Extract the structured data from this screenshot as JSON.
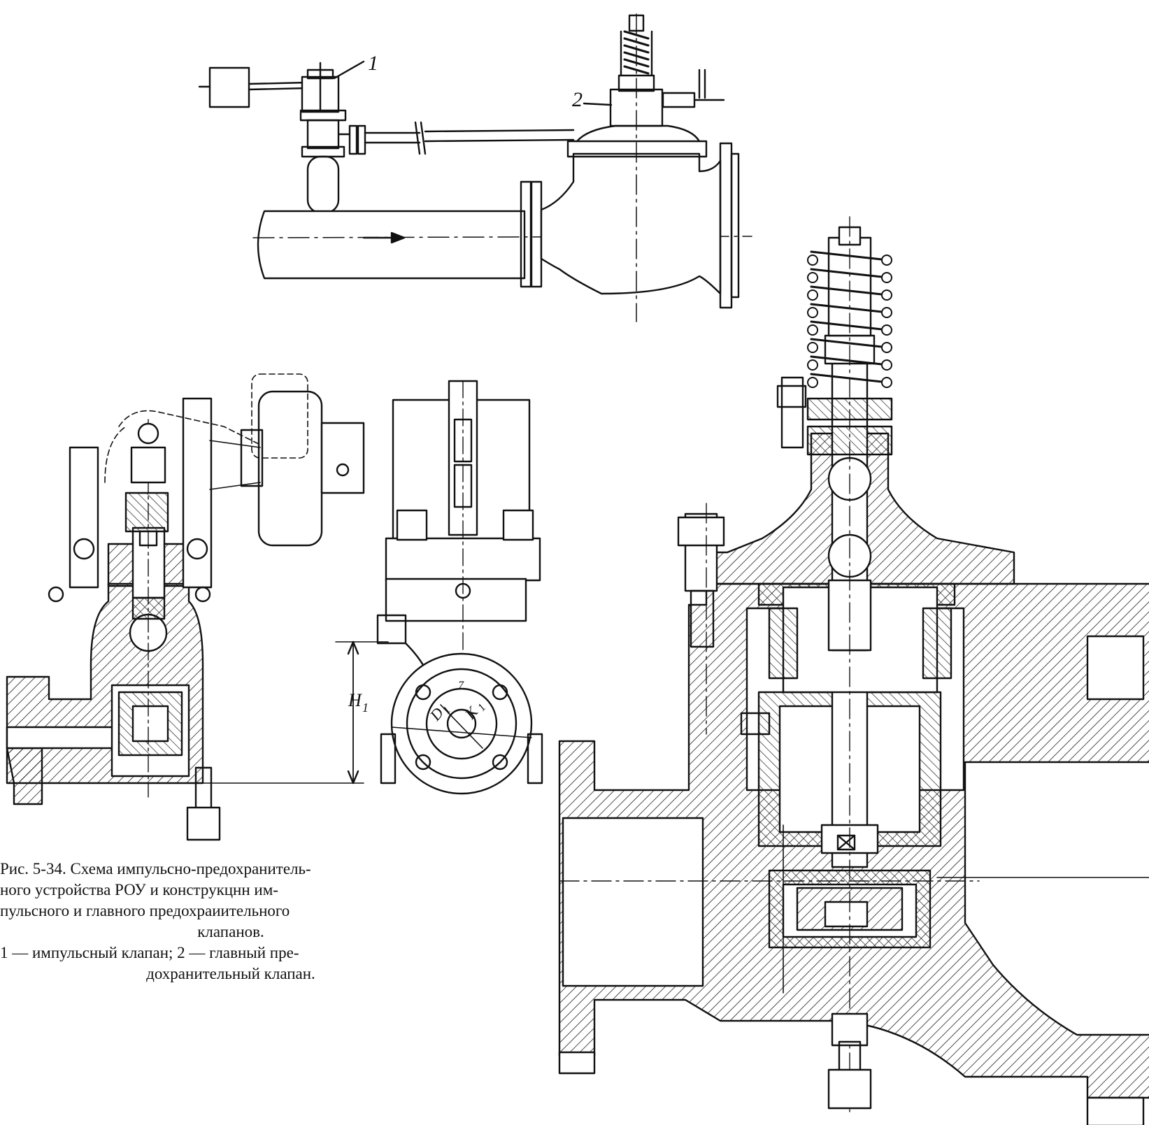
{
  "labels": {
    "impulse_valve_number": "1",
    "main_valve_number": "2",
    "height_dim": "H",
    "height_dim_sub": "1",
    "diameter_dim": "D",
    "diameter_dim_sub": "1",
    "k_dim": "K",
    "k_dim_sub": "1",
    "flange_mark": "7"
  },
  "caption": {
    "line1": "Рис. 5-34. Схема импульсно-предохранитель-",
    "line2": "ного устройства РОУ и конструкцнн им-",
    "line3": "пульсного и главного предохраиительного",
    "line4": "клапанов.",
    "line5": "1 — импульсный клапан; 2 — главный пре-",
    "line6": "дохранительный клапан."
  }
}
